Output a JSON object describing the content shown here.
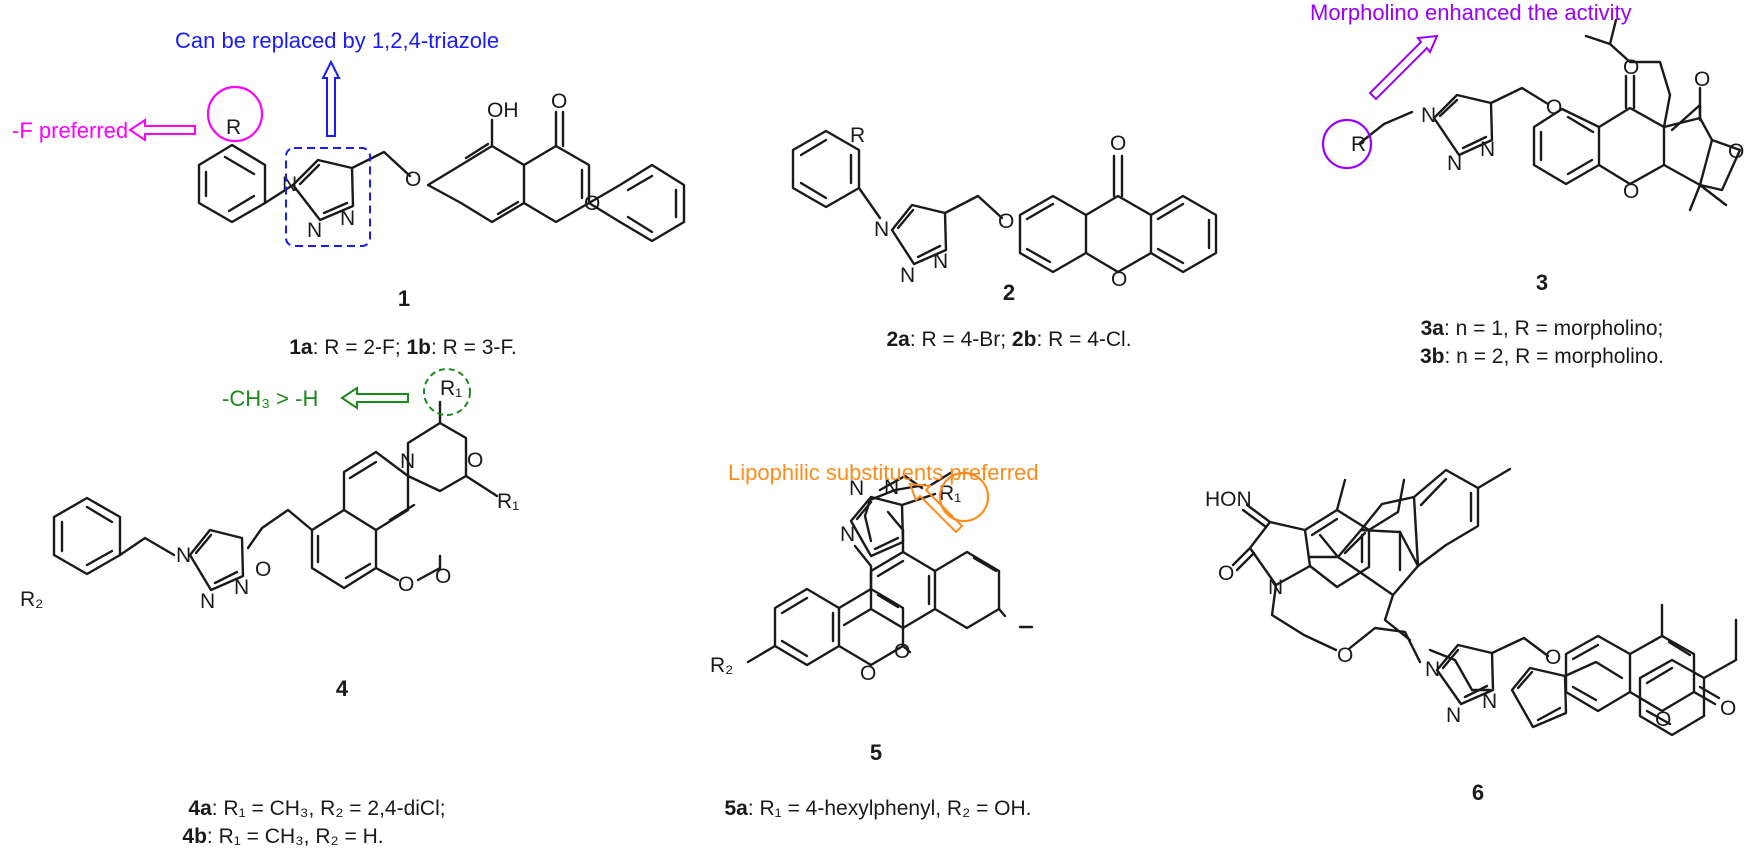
{
  "colors": {
    "blue": "#1a1aff",
    "magenta": "#ff00ff",
    "purple": "#9900ff",
    "green": "#1a8a1a",
    "orange": "#ff8c1a",
    "black": "#1a1a1a"
  },
  "annotations": {
    "c1_triazole": "Can be replaced by 1,2,4-triazole",
    "c1_fluoro": "-F preferred",
    "c3_morpholino": "Morpholino enhanced the activity",
    "c4_methyl": "-CH₃ > -H",
    "c5_lipophilic": "Lipophilic substituents preferred"
  },
  "compounds": [
    {
      "number": "1",
      "caption": [
        {
          "b": "1a"
        },
        {
          "t": ": R = 2-F; "
        },
        {
          "b": "1b"
        },
        {
          "t": ": R = 3-F."
        }
      ]
    },
    {
      "number": "2",
      "caption": [
        {
          "b": "2a"
        },
        {
          "t": ": R = 4-Br; "
        },
        {
          "b": "2b"
        },
        {
          "t": ": R = 4-Cl."
        }
      ]
    },
    {
      "number": "3",
      "caption": [
        {
          "b": "3a"
        },
        {
          "t": ": n = 1, R = morpholino;"
        }
      ],
      "caption2": [
        {
          "b": "3b"
        },
        {
          "t": ": n = 2, R = morpholino."
        }
      ]
    },
    {
      "number": "4",
      "caption": [
        {
          "b": "4a"
        },
        {
          "t": ": R₁ = CH₃, R₂ = 2,4-diCl;"
        }
      ],
      "caption2": [
        {
          "b": "4b"
        },
        {
          "t": ": R₁ = CH₃, R₂ = H."
        }
      ]
    },
    {
      "number": "5",
      "caption": [
        {
          "b": "5a"
        },
        {
          "t": ": R₁ = 4-hexylphenyl, R₂ = OH."
        }
      ]
    },
    {
      "number": "6"
    }
  ],
  "atoms": {
    "O": "O",
    "OH": "OH",
    "N": "N",
    "R": "R",
    "R1": "R₁",
    "R2": "R₂",
    "HON": "HON"
  }
}
